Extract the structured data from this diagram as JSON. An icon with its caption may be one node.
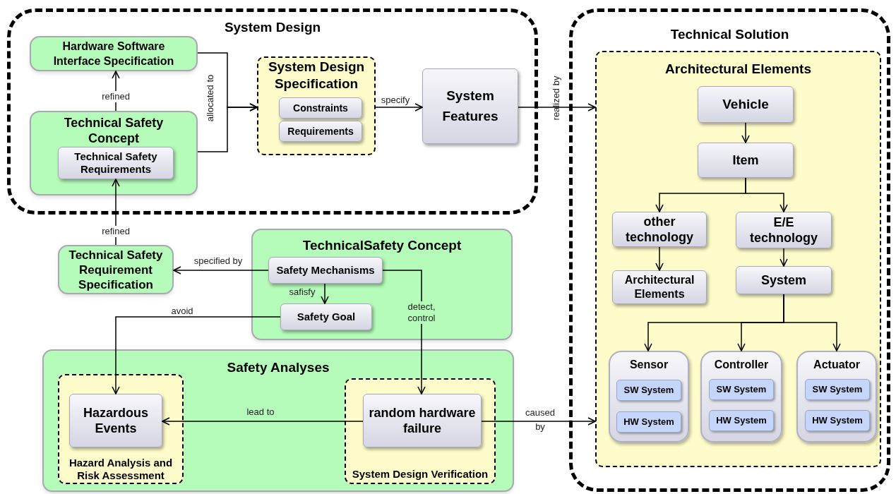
{
  "diagram": {
    "nodes": [
      {
        "text": [
          "System Design"
        ]
      },
      {
        "text": [
          "Hardware Software Interface Specification"
        ],
        "in": 0
      },
      {
        "text": [
          "Technical Safety Concept"
        ],
        "in": 0
      },
      {
        "text": [
          "Technical Safety Requirements"
        ],
        "in": 2
      },
      {
        "text": [
          "System Design Specification"
        ],
        "in": 0
      },
      {
        "text": [
          "Constraints"
        ],
        "in": 4
      },
      {
        "text": [
          "Requirements"
        ],
        "in": 4
      },
      {
        "text": [
          "System Features"
        ],
        "in": 0
      },
      {
        "text": [
          "Technical Solution"
        ]
      },
      {
        "text": [
          "Architectural Elements"
        ],
        "in": 8
      },
      {
        "text": [
          "Vehicle"
        ],
        "in": 9
      },
      {
        "text": [
          "Item"
        ],
        "in": 9
      },
      {
        "text": [
          "other technology"
        ],
        "in": 9
      },
      {
        "text": [
          "E/E technology"
        ],
        "in": 9
      },
      {
        "text": [
          "Architectural Elements"
        ],
        "in": 9
      },
      {
        "text": [
          "System"
        ],
        "in": 9
      },
      {
        "text": [
          "Sensor"
        ],
        "in": 9
      },
      {
        "text": [
          "SW System"
        ],
        "in": 16
      },
      {
        "text": [
          "HW System"
        ],
        "in": 16
      },
      {
        "text": [
          "Controller"
        ],
        "in": 9
      },
      {
        "text": [
          "SW System"
        ],
        "in": 19
      },
      {
        "text": [
          "HW System"
        ],
        "in": 19
      },
      {
        "text": [
          "Actuator"
        ],
        "in": 9
      },
      {
        "text": [
          "SW System"
        ],
        "in": 22
      },
      {
        "text": [
          "HW System"
        ],
        "in": 22
      },
      {
        "text": [
          "Technical Safety Requirement Specification"
        ]
      },
      {
        "text": [
          "TechnicalSafety Concept"
        ]
      },
      {
        "text": [
          "Safety Mechanisms"
        ],
        "in": 26
      },
      {
        "text": [
          "Safety Goal"
        ],
        "in": 26
      },
      {
        "text": [
          "Safety Analyses"
        ]
      },
      {
        "text": [
          "Hazard Analysis and Risk Assessment"
        ],
        "in": 29
      },
      {
        "text": [
          "Hazardous Events"
        ],
        "in": 30
      },
      {
        "text": [
          "System Design Verification"
        ],
        "in": 29
      },
      {
        "text": [
          "random hardware failure"
        ],
        "in": 32
      }
    ],
    "edges": [
      {
        "from": 2,
        "to": 1,
        "arrow": "to",
        "label": "refined"
      },
      {
        "from": 1,
        "to": 4,
        "arrow": "to",
        "label": "allocated to"
      },
      {
        "from": 2,
        "to": 4,
        "arrow": "to"
      },
      {
        "from": 4,
        "to": 7,
        "arrow": "to",
        "label": "specify"
      },
      {
        "from": 7,
        "to": 9,
        "arrow": "to",
        "label": "realized by"
      },
      {
        "from": 10,
        "to": 11,
        "arrow": "to"
      },
      {
        "from": 11,
        "to": 12,
        "arrow": "to"
      },
      {
        "from": 11,
        "to": 13,
        "arrow": "to"
      },
      {
        "from": 12,
        "to": 14,
        "arrow": "to"
      },
      {
        "from": 13,
        "to": 15,
        "arrow": "to"
      },
      {
        "from": 15,
        "to": 16,
        "arrow": "to"
      },
      {
        "from": 15,
        "to": 19,
        "arrow": "to"
      },
      {
        "from": 15,
        "to": 22,
        "arrow": "to"
      },
      {
        "from": 25,
        "to": 3,
        "arrow": "to",
        "label": "refined"
      },
      {
        "from": 27,
        "to": 25,
        "arrow": "to",
        "label": "specified by"
      },
      {
        "from": 27,
        "to": 28,
        "arrow": "to",
        "label": "safisfy"
      },
      {
        "from": 28,
        "to": 31,
        "arrow": "to",
        "label": "avoid"
      },
      {
        "from": 27,
        "to": 33,
        "arrow": "to",
        "label": "detect, control"
      },
      {
        "from": 33,
        "to": 31,
        "arrow": "to",
        "label": "lead to"
      },
      {
        "from": 33,
        "to": 9,
        "arrow": "to",
        "label": "caused by"
      }
    ]
  }
}
